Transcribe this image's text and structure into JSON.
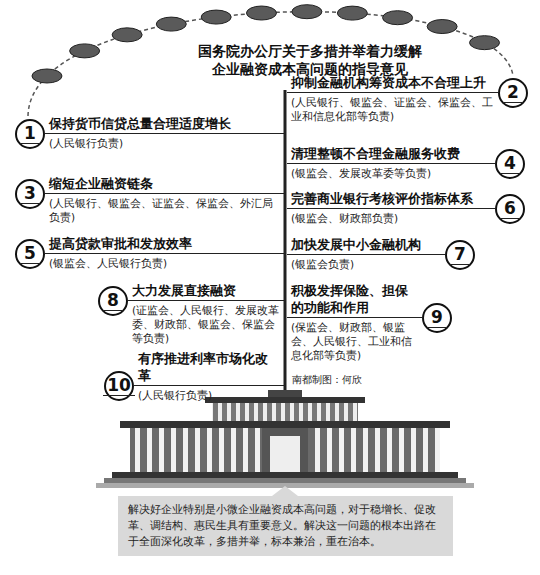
{
  "diagram": {
    "title": "国务院办公厅关于多措并举着力缓解 企业融资成本高问题的指导意见",
    "nodes": [
      {
        "text": [
          "保持货币信贷总量合理适度增长",
          "(人民银行负责)"
        ]
      },
      {
        "text": [
          "1"
        ],
        "in": 0
      },
      {
        "text": [
          "抑制金融机构筹资成本不合理上升",
          "(人民银行、银监会、证监会、保监会、工业和信息化部等负责)"
        ]
      },
      {
        "text": [
          "2"
        ],
        "in": 2
      },
      {
        "text": [
          "缩短企业融资链条",
          "(人民银行、银监会、证监会、保监会、外汇局负责)"
        ]
      },
      {
        "text": [
          "3"
        ],
        "in": 4
      },
      {
        "text": [
          "清理整顿不合理金融服务收费",
          "(银监会、发展改革委等负责)"
        ]
      },
      {
        "text": [
          "4"
        ],
        "in": 6
      },
      {
        "text": [
          "提高贷款审批和发放效率",
          "(银监会、人民银行负责)"
        ]
      },
      {
        "text": [
          "5"
        ],
        "in": 8
      },
      {
        "text": [
          "完善商业银行考核评价指标体系",
          "(银监会、财政部负责)"
        ]
      },
      {
        "text": [
          "6"
        ],
        "in": 10
      },
      {
        "text": [
          "加快发展中小金融机构",
          "(银监会负责)"
        ]
      },
      {
        "text": [
          "7"
        ],
        "in": 12
      },
      {
        "text": [
          "大力发展直接融资",
          "(证监会、人民银行、发展改革委、财政部、银监会、保监会等负责)"
        ]
      },
      {
        "text": [
          "8"
        ],
        "in": 14
      },
      {
        "text": [
          "积极发挥保险、担保的功能和作用",
          "(保监会、财政部、银监会、人民银行、工业和信息化部等负责)"
        ]
      },
      {
        "text": [
          "9"
        ],
        "in": 16
      },
      {
        "text": [
          "有序推进利率市场化改革",
          "(人民银行负责)"
        ]
      },
      {
        "text": [
          "10"
        ],
        "in": 18
      },
      {
        "text": [
          "解决好企业特别是小微企业融资成本高问题，对于稳增长、促改革、调结构、惠民生具有重要意义。解决这一问题的根本出路在于全面深化改革，多措并举，标本兼治，重在治本。"
        ]
      }
    ],
    "labels": [
      "南都制图：何欣"
    ]
  }
}
